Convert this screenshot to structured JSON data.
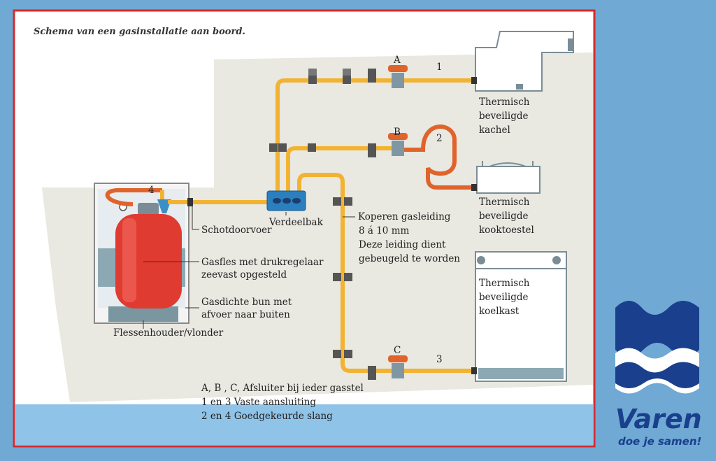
{
  "title": "Schema van een gasinstallatie aan boord.",
  "valves": {
    "a": "A",
    "b": "B",
    "c": "C"
  },
  "connections": {
    "n1": "1",
    "n2": "2",
    "n3": "3",
    "n4": "4"
  },
  "appliances": {
    "kachel": [
      "Thermisch",
      "beveiligde",
      "kachel"
    ],
    "kooktoestel": [
      "Thermisch",
      "beveiligde",
      "kooktoestel"
    ],
    "koelkast": [
      "Thermisch",
      "beveiligde",
      "koelkast"
    ]
  },
  "labels": {
    "verdeelbak": "Verdeelbak",
    "schotdoorvoer": "Schotdoorvoer",
    "gasfles": [
      "Gasfles met drukregelaar",
      "zeevast opgesteld"
    ],
    "bun": [
      "Gasdichte bun met",
      "afvoer naar buiten"
    ],
    "flessenhouder": "Flessenhouder/vlonder",
    "leiding": [
      "Koperen gasleiding",
      "8 á 10 mm",
      "Deze leiding dient",
      "gebeugeld te worden"
    ]
  },
  "legend": [
    "A, B , C, Afsluiter bij ieder gasstel",
    "1 en 3   Vaste aansluiting",
    "2 en 4 Goedgekeurde slang"
  ],
  "brand": {
    "name": "Varen",
    "tagline": "doe je samen!"
  },
  "colors": {
    "background": "#6fa9d4",
    "hull": "#e9e8e1",
    "pipe": "#f2b332",
    "hose": "#e0632c",
    "cylinder": "#e03b30",
    "border": "#d42a2a",
    "brand": "#1a3f8c"
  }
}
